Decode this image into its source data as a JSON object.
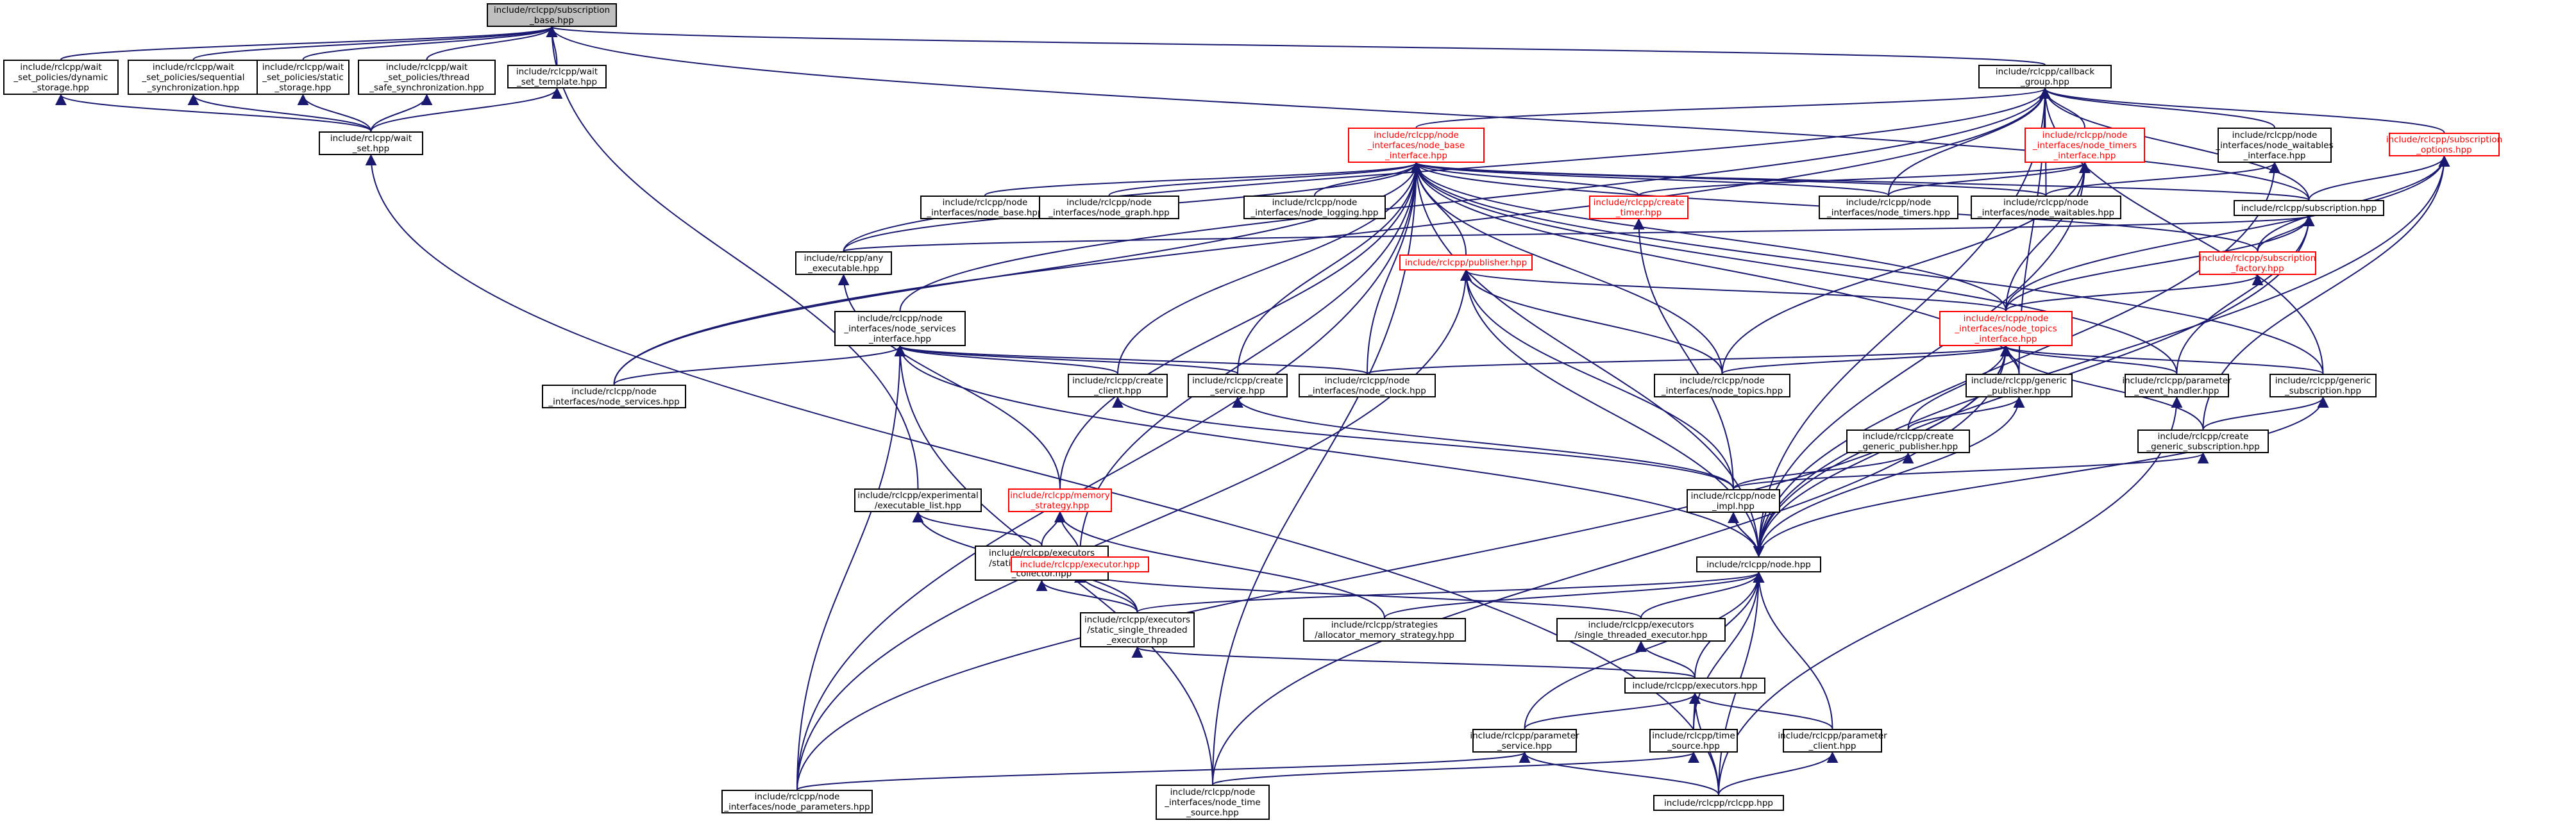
{
  "colors": {
    "edge": "#191970",
    "node_border": "#000000",
    "incomplete_border": "#ff0000",
    "root_fill": "#bfbfbf"
  },
  "nodes": [
    {
      "id": "root",
      "label": "include/rclcpp/subscription\n_base.hpp",
      "style": "gray"
    },
    {
      "id": "wsdyn",
      "label": "include/rclcpp/wait\n_set_policies/dynamic\n_storage.hpp",
      "style": ""
    },
    {
      "id": "wsseq",
      "label": "include/rclcpp/wait\n_set_policies/sequential\n_synchronization.hpp",
      "style": ""
    },
    {
      "id": "wsstat",
      "label": "include/rclcpp/wait\n_set_policies/static\n_storage.hpp",
      "style": ""
    },
    {
      "id": "wsthr",
      "label": "include/rclcpp/wait\n_set_policies/thread\n_safe_synchronization.hpp",
      "style": ""
    },
    {
      "id": "wstpl",
      "label": "include/rclcpp/wait\n_set_template.hpp",
      "style": ""
    },
    {
      "id": "waitset",
      "label": "include/rclcpp/wait\n_set.hpp",
      "style": ""
    },
    {
      "id": "cbg",
      "label": "include/rclcpp/callback\n_group.hpp",
      "style": ""
    },
    {
      "id": "nbase",
      "label": "include/rclcpp/node\n_interfaces/node_base\n_interface.hpp",
      "style": "red"
    },
    {
      "id": "ntimersi",
      "label": "include/rclcpp/node\n_interfaces/node_timers\n_interface.hpp",
      "style": "red"
    },
    {
      "id": "nwaiti",
      "label": "include/rclcpp/node\n_interfaces/node_waitables\n_interface.hpp",
      "style": ""
    },
    {
      "id": "subopt",
      "label": "include/rclcpp/subscription\n_options.hpp",
      "style": "red"
    },
    {
      "id": "nbasehpp",
      "label": "include/rclcpp/node\n_interfaces/node_base.hpp",
      "style": ""
    },
    {
      "id": "ngraph",
      "label": "include/rclcpp/node\n_interfaces/node_graph.hpp",
      "style": ""
    },
    {
      "id": "nlogging",
      "label": "include/rclcpp/node\n_interfaces/node_logging.hpp",
      "style": ""
    },
    {
      "id": "createtimer",
      "label": "include/rclcpp/create\n_timer.hpp",
      "style": "red"
    },
    {
      "id": "ntimers",
      "label": "include/rclcpp/node\n_interfaces/node_timers.hpp",
      "style": ""
    },
    {
      "id": "nwaitables",
      "label": "include/rclcpp/node\n_interfaces/node_waitables.hpp",
      "style": ""
    },
    {
      "id": "subscription",
      "label": "include/rclcpp/subscription.hpp",
      "style": ""
    },
    {
      "id": "anyexec",
      "label": "include/rclcpp/any\n_executable.hpp",
      "style": ""
    },
    {
      "id": "publisher",
      "label": "include/rclcpp/publisher.hpp",
      "style": "red"
    },
    {
      "id": "subfactory",
      "label": "include/rclcpp/subscription\n_factory.hpp",
      "style": "red"
    },
    {
      "id": "nservicesi",
      "label": "include/rclcpp/node\n_interfaces/node_services\n_interface.hpp",
      "style": ""
    },
    {
      "id": "ntopicsi",
      "label": "include/rclcpp/node\n_interfaces/node_topics\n_interface.hpp",
      "style": "red"
    },
    {
      "id": "nservices",
      "label": "include/rclcpp/node\n_interfaces/node_services.hpp",
      "style": ""
    },
    {
      "id": "createclient",
      "label": "include/rclcpp/create\n_client.hpp",
      "style": ""
    },
    {
      "id": "createservice",
      "label": "include/rclcpp/create\n_service.hpp",
      "style": ""
    },
    {
      "id": "nclock",
      "label": "include/rclcpp/node\n_interfaces/node_clock.hpp",
      "style": ""
    },
    {
      "id": "ntopics",
      "label": "include/rclcpp/node\n_interfaces/node_topics.hpp",
      "style": ""
    },
    {
      "id": "genpub",
      "label": "include/rclcpp/generic\n_publisher.hpp",
      "style": ""
    },
    {
      "id": "paramevent",
      "label": "include/rclcpp/parameter\n_event_handler.hpp",
      "style": ""
    },
    {
      "id": "gensub",
      "label": "include/rclcpp/generic\n_subscription.hpp",
      "style": ""
    },
    {
      "id": "creategenpub",
      "label": "include/rclcpp/create\n_generic_publisher.hpp",
      "style": ""
    },
    {
      "id": "creategensub",
      "label": "include/rclcpp/create\n_generic_subscription.hpp",
      "style": ""
    },
    {
      "id": "exlist",
      "label": "include/rclcpp/experimental\n/executable_list.hpp",
      "style": ""
    },
    {
      "id": "memstrat",
      "label": "include/rclcpp/memory\n_strategy.hpp",
      "style": "red"
    },
    {
      "id": "nodeimpl",
      "label": "include/rclcpp/node\n_impl.hpp",
      "style": ""
    },
    {
      "id": "staticcol",
      "label": "include/rclcpp/executors\n/static_executor_entities\n_collector.hpp",
      "style": ""
    },
    {
      "id": "executor",
      "label": "include/rclcpp/executor.hpp",
      "style": "red"
    },
    {
      "id": "node",
      "label": "include/rclcpp/node.hpp",
      "style": ""
    },
    {
      "id": "staticst",
      "label": "include/rclcpp/executors\n/static_single_threaded\n_executor.hpp",
      "style": ""
    },
    {
      "id": "allocmem",
      "label": "include/rclcpp/strategies\n/allocator_memory_strategy.hpp",
      "style": ""
    },
    {
      "id": "singlest",
      "label": "include/rclcpp/executors\n/single_threaded_executor.hpp",
      "style": ""
    },
    {
      "id": "executors",
      "label": "include/rclcpp/executors.hpp",
      "style": ""
    },
    {
      "id": "paramservice",
      "label": "include/rclcpp/parameter\n_service.hpp",
      "style": ""
    },
    {
      "id": "timesource",
      "label": "include/rclcpp/time\n_source.hpp",
      "style": ""
    },
    {
      "id": "paramclient",
      "label": "include/rclcpp/parameter\n_client.hpp",
      "style": ""
    },
    {
      "id": "nparams",
      "label": "include/rclcpp/node\n_interfaces/node_parameters.hpp",
      "style": ""
    },
    {
      "id": "ntimesource",
      "label": "include/rclcpp/node\n_interfaces/node_time\n_source.hpp",
      "style": ""
    },
    {
      "id": "rclcpp",
      "label": "include/rclcpp/rclcpp.hpp",
      "style": ""
    }
  ],
  "edges": [
    [
      "wsdyn",
      "root"
    ],
    [
      "wsseq",
      "root"
    ],
    [
      "wsstat",
      "root"
    ],
    [
      "wsthr",
      "root"
    ],
    [
      "wstpl",
      "root"
    ],
    [
      "cbg",
      "root"
    ],
    [
      "subscription",
      "root"
    ],
    [
      "exlist",
      "root"
    ],
    [
      "waitset",
      "wsdyn"
    ],
    [
      "waitset",
      "wsseq"
    ],
    [
      "waitset",
      "wsstat"
    ],
    [
      "waitset",
      "wsthr"
    ],
    [
      "waitset",
      "wstpl"
    ],
    [
      "rclcpp",
      "waitset"
    ],
    [
      "nbase",
      "cbg"
    ],
    [
      "ntimersi",
      "cbg"
    ],
    [
      "nwaiti",
      "cbg"
    ],
    [
      "subopt",
      "cbg"
    ],
    [
      "subscription",
      "cbg"
    ],
    [
      "anyexec",
      "cbg"
    ],
    [
      "nservicesi",
      "cbg"
    ],
    [
      "nservices",
      "cbg"
    ],
    [
      "ntimers",
      "cbg"
    ],
    [
      "nwaitables",
      "cbg"
    ],
    [
      "gensub",
      "cbg"
    ],
    [
      "node",
      "cbg"
    ],
    [
      "genpub",
      "cbg"
    ],
    [
      "nbasehpp",
      "nbase"
    ],
    [
      "ngraph",
      "nbase"
    ],
    [
      "nlogging",
      "nbase"
    ],
    [
      "createtimer",
      "nbase"
    ],
    [
      "ntimers",
      "nbase"
    ],
    [
      "nwaitables",
      "nbase"
    ],
    [
      "subscription",
      "nbase"
    ],
    [
      "anyexec",
      "nbase"
    ],
    [
      "publisher",
      "nbase"
    ],
    [
      "subfactory",
      "nbase"
    ],
    [
      "ntopicsi",
      "nbase"
    ],
    [
      "nservices",
      "nbase"
    ],
    [
      "createclient",
      "nbase"
    ],
    [
      "createservice",
      "nbase"
    ],
    [
      "nclock",
      "nbase"
    ],
    [
      "ntopics",
      "nbase"
    ],
    [
      "genpub",
      "nbase"
    ],
    [
      "paramevent",
      "nbase"
    ],
    [
      "gensub",
      "nbase"
    ],
    [
      "memstrat",
      "nbase"
    ],
    [
      "node",
      "nbase"
    ],
    [
      "nparams",
      "nbase"
    ],
    [
      "ntimesource",
      "nbase"
    ],
    [
      "executor",
      "nbase"
    ],
    [
      "createtimer",
      "ntimersi"
    ],
    [
      "ntimers",
      "ntimersi"
    ],
    [
      "ntopicsi",
      "ntimersi"
    ],
    [
      "ntopics",
      "ntimersi"
    ],
    [
      "node",
      "ntimersi"
    ],
    [
      "nwaitables",
      "nwaiti"
    ],
    [
      "node",
      "nwaiti"
    ],
    [
      "subscription",
      "subopt"
    ],
    [
      "subfactory",
      "subopt"
    ],
    [
      "ntopicsi",
      "subopt"
    ],
    [
      "creategensub",
      "subopt"
    ],
    [
      "node",
      "subopt"
    ],
    [
      "subfactory",
      "subscription"
    ],
    [
      "ntopicsi",
      "subscription"
    ],
    [
      "node",
      "subscription"
    ],
    [
      "paramevent",
      "subscription"
    ],
    [
      "anyexec",
      "subscription"
    ],
    [
      "memstrat",
      "anyexec"
    ],
    [
      "ntopicsi",
      "publisher"
    ],
    [
      "ntopics",
      "publisher"
    ],
    [
      "nodeimpl",
      "publisher"
    ],
    [
      "node",
      "publisher"
    ],
    [
      "nparams",
      "publisher"
    ],
    [
      "ntopicsi",
      "subfactory"
    ],
    [
      "nservices",
      "nservicesi"
    ],
    [
      "createclient",
      "nservicesi"
    ],
    [
      "createservice",
      "nservicesi"
    ],
    [
      "nclock",
      "nservicesi"
    ],
    [
      "node",
      "nservicesi"
    ],
    [
      "nparams",
      "nservicesi"
    ],
    [
      "ntimesource",
      "nservicesi"
    ],
    [
      "ntopics",
      "ntopicsi"
    ],
    [
      "genpub",
      "ntopicsi"
    ],
    [
      "paramevent",
      "ntopicsi"
    ],
    [
      "gensub",
      "ntopicsi"
    ],
    [
      "creategenpub",
      "ntopicsi"
    ],
    [
      "creategensub",
      "ntopicsi"
    ],
    [
      "nclock",
      "ntopicsi"
    ],
    [
      "node",
      "ntopicsi"
    ],
    [
      "nparams",
      "ntopicsi"
    ],
    [
      "ntimesource",
      "ntopicsi"
    ],
    [
      "nodeimpl",
      "createclient"
    ],
    [
      "nodeimpl",
      "createservice"
    ],
    [
      "nodeimpl",
      "createtimer"
    ],
    [
      "creategenpub",
      "genpub"
    ],
    [
      "node",
      "genpub"
    ],
    [
      "rclcpp",
      "paramevent"
    ],
    [
      "creategensub",
      "gensub"
    ],
    [
      "node",
      "gensub"
    ],
    [
      "nodeimpl",
      "creategenpub"
    ],
    [
      "nodeimpl",
      "creategensub"
    ],
    [
      "staticcol",
      "exlist"
    ],
    [
      "staticst",
      "exlist"
    ],
    [
      "staticcol",
      "memstrat"
    ],
    [
      "executor",
      "memstrat"
    ],
    [
      "allocmem",
      "memstrat"
    ],
    [
      "node",
      "nodeimpl"
    ],
    [
      "nodeimpl",
      "node"
    ],
    [
      "staticst",
      "staticcol"
    ],
    [
      "staticst",
      "executor"
    ],
    [
      "singlest",
      "executor"
    ],
    [
      "staticst",
      "node"
    ],
    [
      "allocmem",
      "node"
    ],
    [
      "singlest",
      "node"
    ],
    [
      "executors",
      "node"
    ],
    [
      "paramservice",
      "node"
    ],
    [
      "timesource",
      "node"
    ],
    [
      "paramclient",
      "node"
    ],
    [
      "rclcpp",
      "node"
    ],
    [
      "executors",
      "staticst"
    ],
    [
      "executors",
      "singlest"
    ],
    [
      "paramservice",
      "executors"
    ],
    [
      "timesource",
      "executors"
    ],
    [
      "paramclient",
      "executors"
    ],
    [
      "rclcpp",
      "executors"
    ],
    [
      "nparams",
      "paramservice"
    ],
    [
      "rclcpp",
      "paramservice"
    ],
    [
      "ntimesource",
      "timesource"
    ],
    [
      "rclcpp",
      "paramclient"
    ]
  ]
}
